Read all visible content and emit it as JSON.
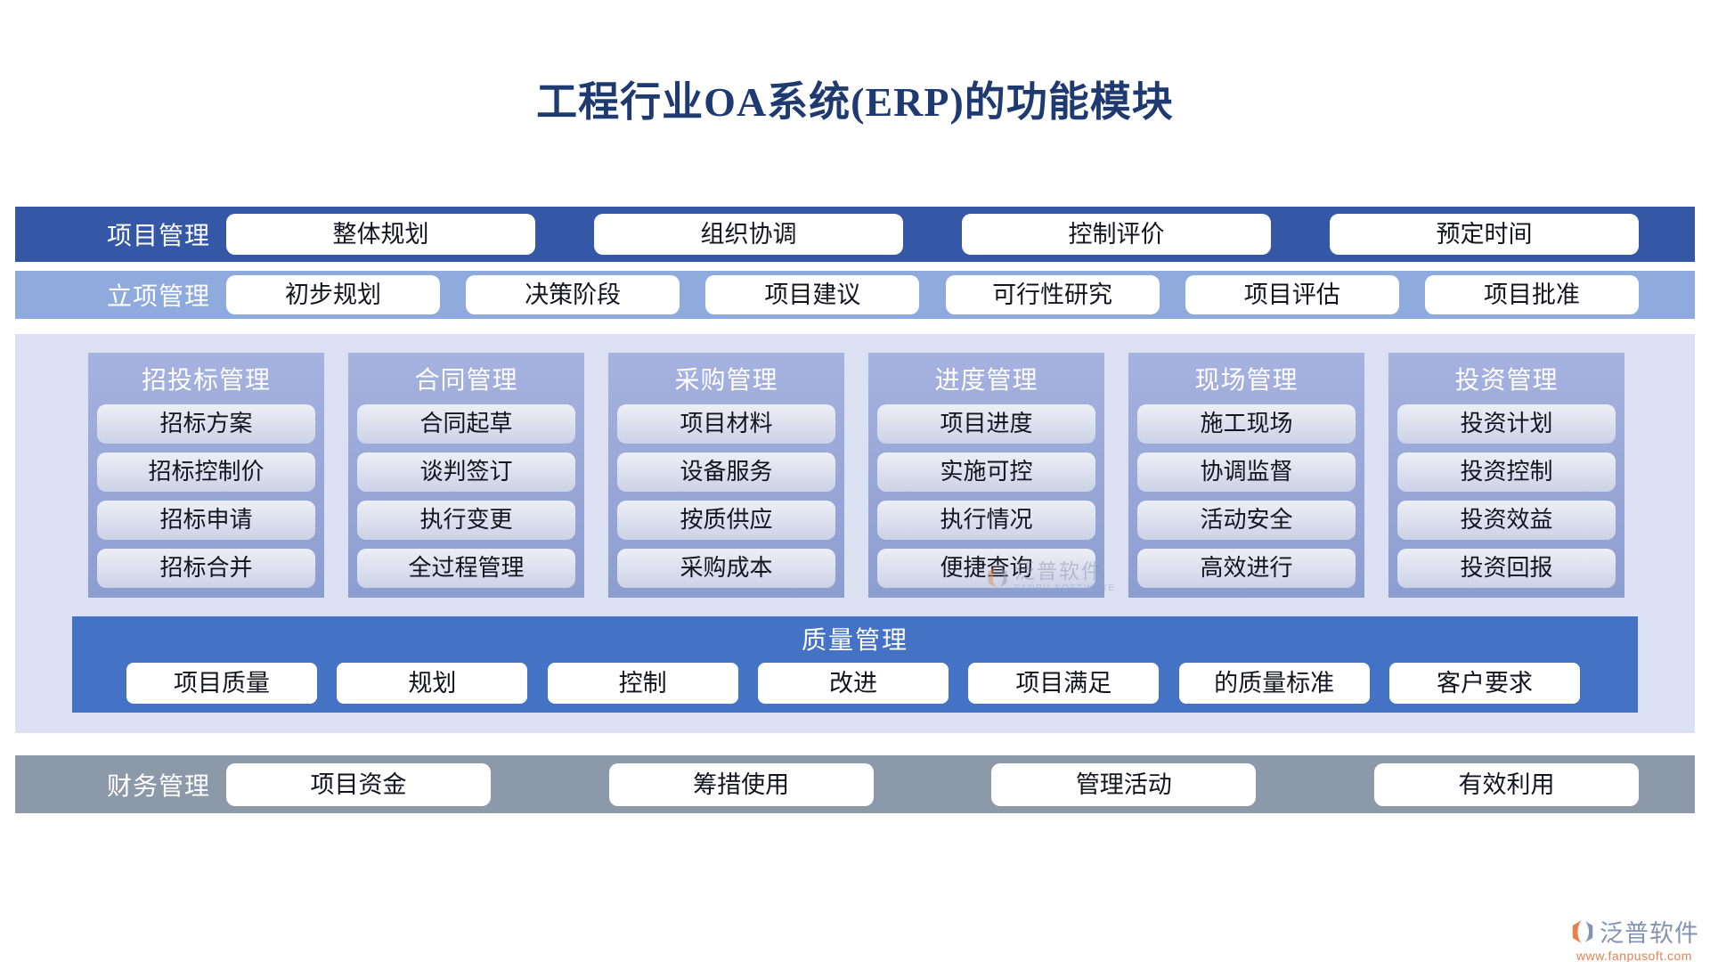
{
  "title": "工程行业OA系统(ERP)的功能模块",
  "bands": {
    "project": {
      "label": "项目管理",
      "items": [
        "整体规划",
        "组织协调",
        "控制评价",
        "预定时间"
      ]
    },
    "initiation": {
      "label": "立项管理",
      "items": [
        "初步规划",
        "决策阶段",
        "项目建议",
        "可行性研究",
        "项目评估",
        "项目批准"
      ]
    },
    "finance": {
      "label": "财务管理",
      "items": [
        "项目资金",
        "筹措使用",
        "管理活动",
        "有效利用"
      ]
    }
  },
  "columns": [
    {
      "header": "招投标管理",
      "items": [
        "招标方案",
        "招标控制价",
        "招标申请",
        "招标合并"
      ]
    },
    {
      "header": "合同管理",
      "items": [
        "合同起草",
        "谈判签订",
        "执行变更",
        "全过程管理"
      ]
    },
    {
      "header": "采购管理",
      "items": [
        "项目材料",
        "设备服务",
        "按质供应",
        "采购成本"
      ]
    },
    {
      "header": "进度管理",
      "items": [
        "项目进度",
        "实施可控",
        "执行情况",
        "便捷查询"
      ]
    },
    {
      "header": "现场管理",
      "items": [
        "施工现场",
        "协调监督",
        "活动安全",
        "高效进行"
      ]
    },
    {
      "header": "投资管理",
      "items": [
        "投资计划",
        "投资控制",
        "投资效益",
        "投资回报"
      ]
    }
  ],
  "quality": {
    "label": "质量管理",
    "items": [
      "项目质量",
      "规划",
      "控制",
      "改进",
      "项目满足",
      "的质量标准",
      "客户要求"
    ]
  },
  "watermark": {
    "name": "泛普软件",
    "subtitle": "FANPU SOFTWARE"
  },
  "brand": {
    "name": "泛普软件",
    "url": "www.fanpusoft.com"
  },
  "colors": {
    "title_text": "#1e3a70",
    "band_project": "#3558a6",
    "band_initiation": "#8faadc",
    "container": "#dbe1f3",
    "card": "#9aa8d8",
    "quality_band": "#4472c4",
    "finance_band": "#8c99a9",
    "brand_orange": "#e6824e",
    "brand_slate": "#8593b3"
  }
}
